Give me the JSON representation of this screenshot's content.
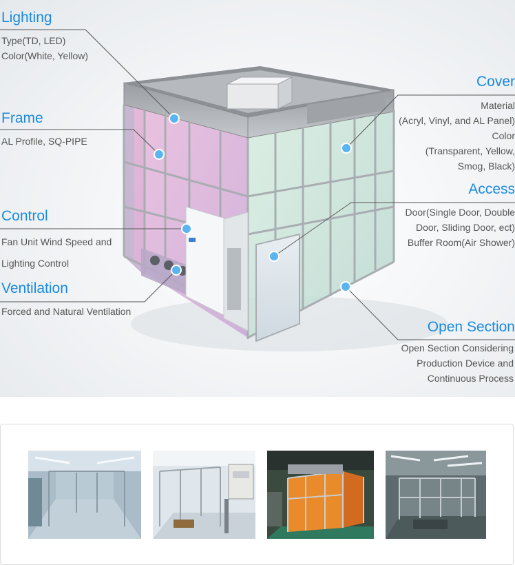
{
  "features": {
    "lighting": {
      "title": "Lighting",
      "lines": [
        "Type(TD, LED)",
        "Color(White, Yellow)"
      ]
    },
    "frame": {
      "title": "Frame",
      "lines": [
        "AL Profile, SQ-PIPE"
      ]
    },
    "control": {
      "title": "Control",
      "lines": [
        "Fan Unit Wind Speed and",
        "Lighting Control"
      ]
    },
    "ventilation": {
      "title": "Ventilation",
      "lines": [
        "Forced and Natural Ventilation"
      ]
    },
    "cover": {
      "title": "Cover",
      "lines": [
        "Material",
        "(Acryl, Vinyl, and AL Panel)",
        "Color",
        "(Transparent, Yellow,",
        "Smog, Black)"
      ]
    },
    "access": {
      "title": "Access",
      "lines": [
        "Door(Single Door, Double",
        "Door, Sliding Door, ect)",
        "Buffer Room(Air Shower)"
      ]
    },
    "open_section": {
      "title": "Open Section",
      "lines": [
        "Open Section Considering",
        "Production Device and",
        "Continuous Process"
      ]
    }
  },
  "colors": {
    "accent": "#1a8ae0",
    "marker": "#5ab4f0",
    "frame_metal": "#a9adb2"
  },
  "gallery": {
    "photos": [
      "clean-booth-photo-1",
      "clean-booth-photo-2",
      "clean-booth-photo-3",
      "clean-booth-photo-4"
    ]
  }
}
